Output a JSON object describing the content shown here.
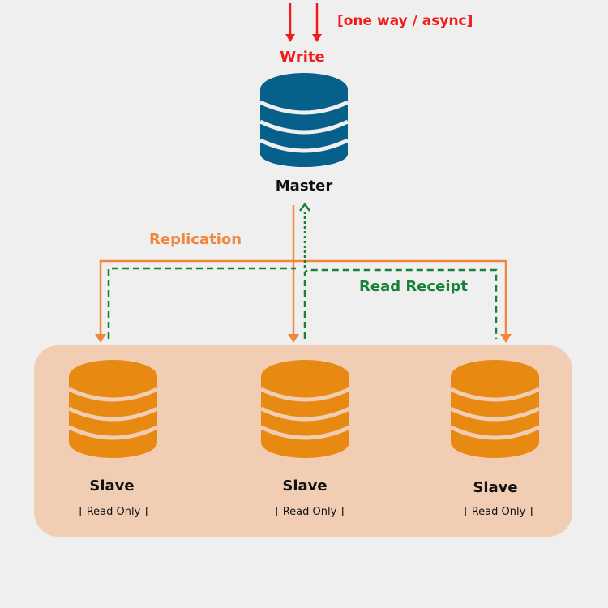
{
  "write": {
    "label": "Write",
    "note": "[one way / async]"
  },
  "master": {
    "label": "Master",
    "color": "#06608a"
  },
  "replication": {
    "label": "Replication",
    "color": "#f0873a"
  },
  "read_receipt": {
    "label": "Read Receipt",
    "color": "#168238"
  },
  "slaves": [
    {
      "label": "Slave",
      "sublabel": "[ Read Only ]"
    },
    {
      "label": "Slave",
      "sublabel": "[ Read Only ]"
    },
    {
      "label": "Slave",
      "sublabel": "[ Read Only ]"
    }
  ],
  "colors": {
    "background": "#efefef",
    "slave_panel": "#f1cdb3",
    "slave_db": "#e88a12",
    "write_arrows": "#f21b1b"
  }
}
